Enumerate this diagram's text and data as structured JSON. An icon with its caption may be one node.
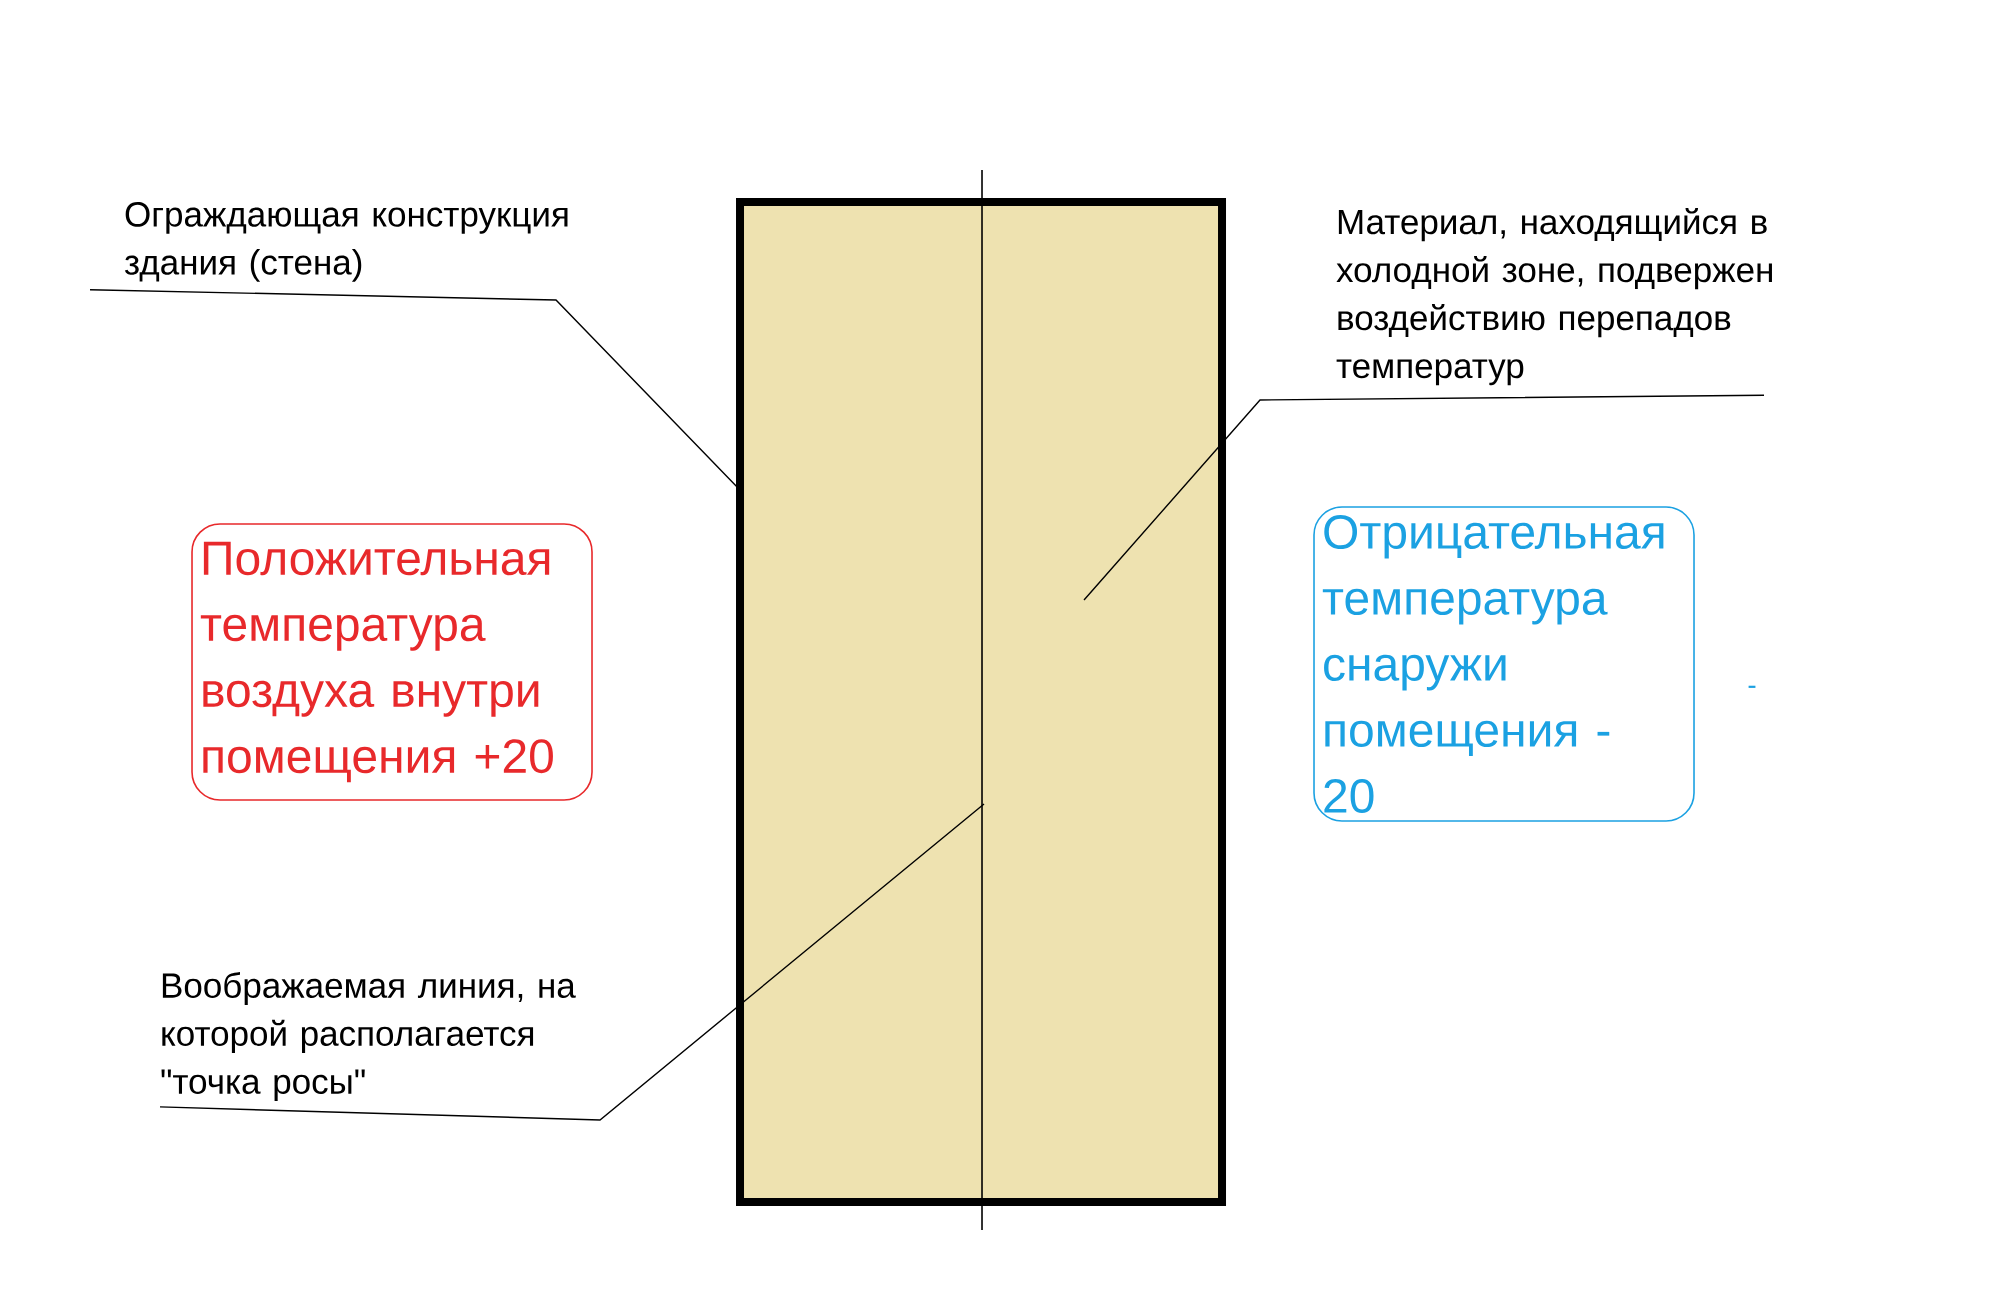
{
  "diagram": {
    "nodes": [
      {
        "text": [
          "Ограждающая конструкция здания (стена)"
        ]
      },
      {
        "text": [],
        "shape": "box"
      },
      {
        "text": [
          "Материал, находящийся в холодной зоне, подвержен воздействию перепадов температур"
        ]
      },
      {
        "text": [
          "Положительная температура воздуха внутри помещения +20"
        ]
      },
      {
        "text": [
          "Отрицательная температура снаружи помещения -20"
        ]
      },
      {
        "text": [
          "Воображаемая линия, на которой располагается \"точка росы\""
        ]
      }
    ],
    "edges": [
      {
        "from": 0,
        "to": 1,
        "arrow": "none"
      },
      {
        "from": 2,
        "to": 1,
        "arrow": "none"
      },
      {
        "from": 5,
        "to": 1,
        "arrow": "none"
      }
    ],
    "labels": [
      "-"
    ]
  }
}
